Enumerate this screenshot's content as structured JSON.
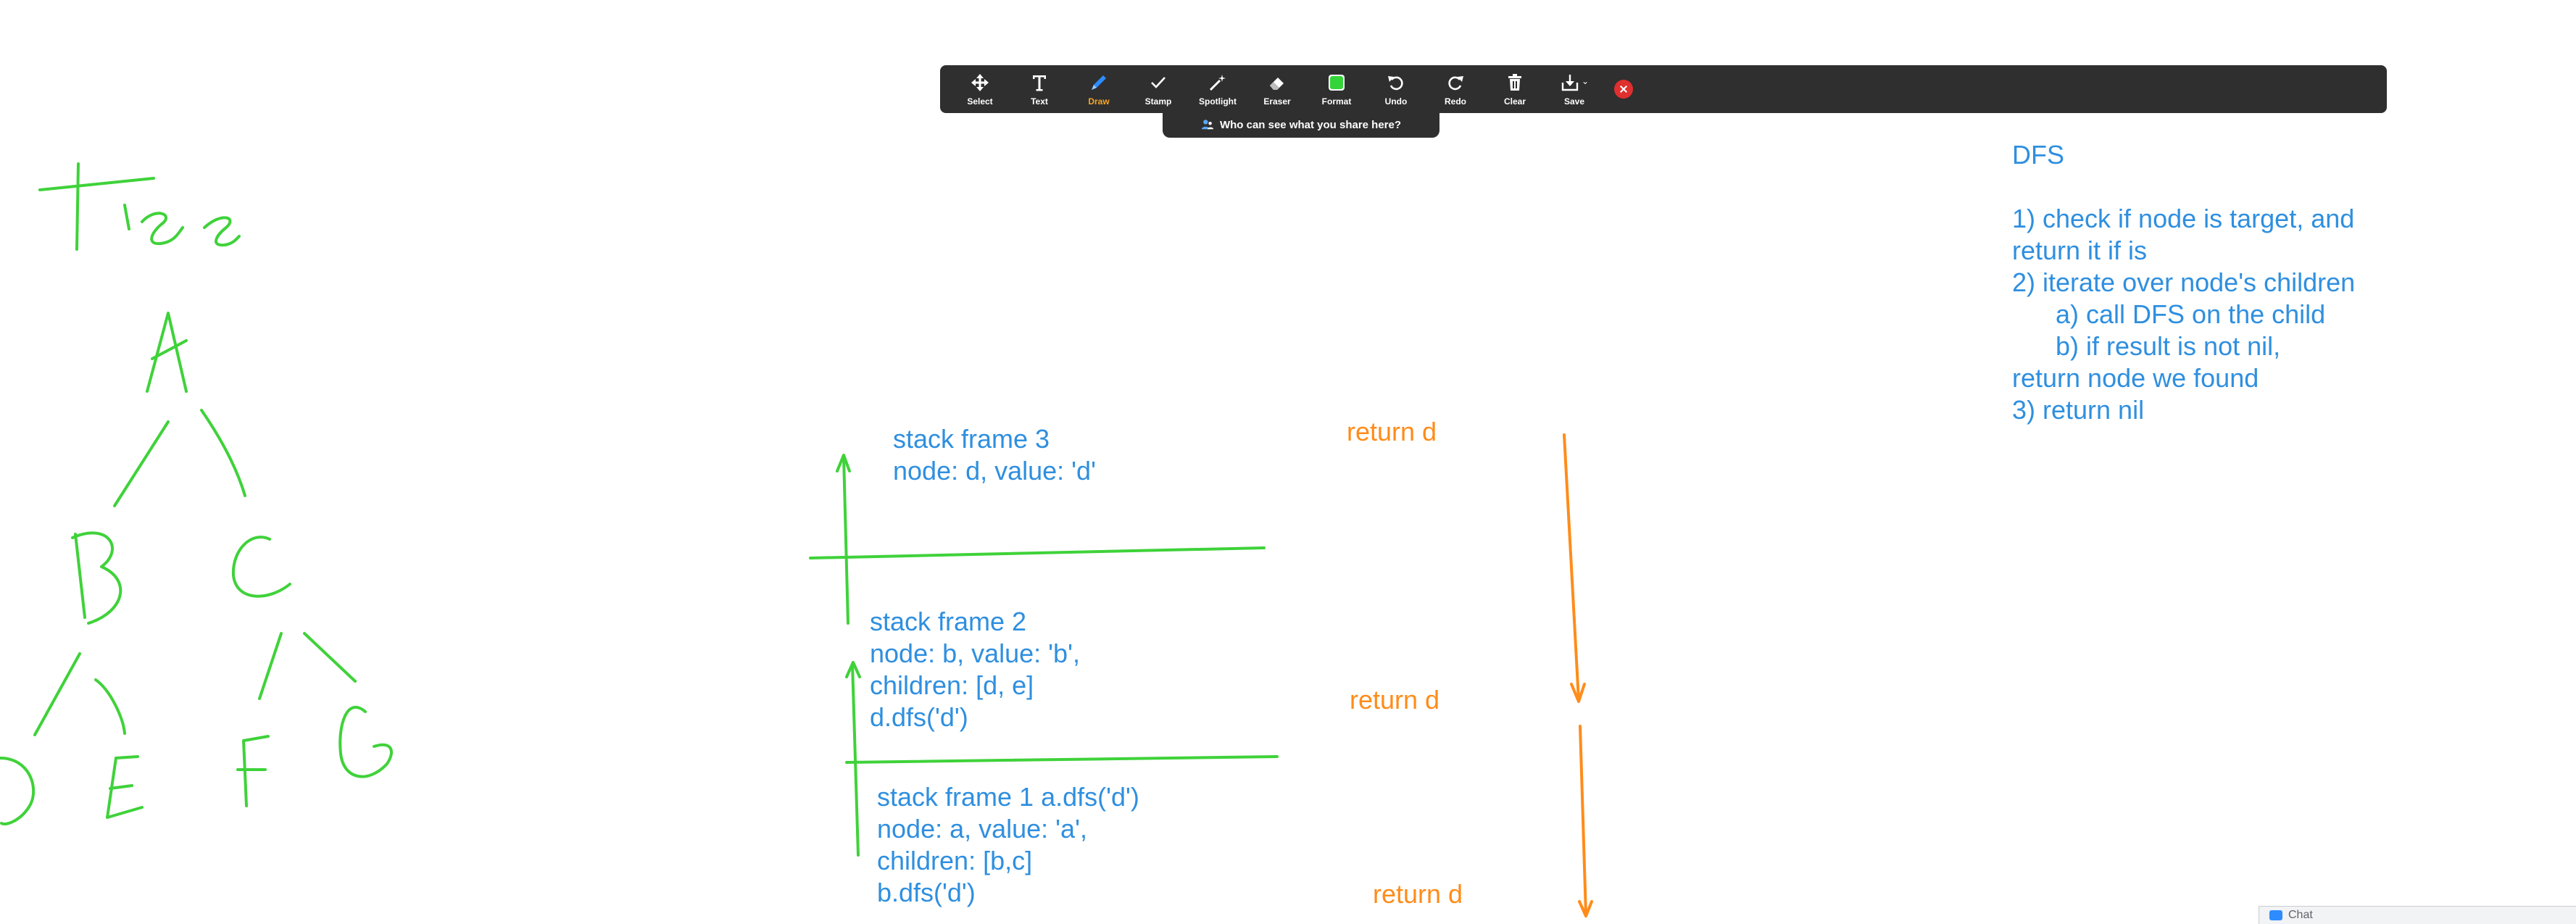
{
  "toolbar": {
    "tools": [
      {
        "label": "Select",
        "icon": "move-arrows-icon"
      },
      {
        "label": "Text",
        "icon": "text-t-icon"
      },
      {
        "label": "Draw",
        "icon": "pencil-icon",
        "active": true
      },
      {
        "label": "Stamp",
        "icon": "checkmark-icon"
      },
      {
        "label": "Spotlight",
        "icon": "magic-wand-icon"
      },
      {
        "label": "Eraser",
        "icon": "eraser-icon"
      },
      {
        "label": "Format",
        "icon": "color-swatch-icon"
      },
      {
        "label": "Undo",
        "icon": "undo-icon"
      },
      {
        "label": "Redo",
        "icon": "redo-icon"
      },
      {
        "label": "Clear",
        "icon": "trash-icon"
      },
      {
        "label": "Save",
        "icon": "save-download-icon"
      }
    ],
    "who_can_see": "Who can see what you share here?",
    "active_color": "#f6a623",
    "format_swatch_color": "#35d43a",
    "close_color": "#e02f2f"
  },
  "whiteboard": {
    "ink_colors": {
      "green": "#3fd23a",
      "blue": "#2f8fdf",
      "orange": "#ff8c1a"
    },
    "stack_frame_3": [
      "stack frame 3",
      "node: d, value: 'd'"
    ],
    "stack_frame_2": [
      "stack frame 2",
      "node: b, value: 'b',",
      "children: [d, e]",
      "d.dfs('d')"
    ],
    "stack_frame_1": [
      "stack frame 1 a.dfs('d')",
      "node: a, value: 'a',",
      "children: [b,c]",
      "b.dfs('d')"
    ],
    "returns": [
      "return d",
      "return d",
      "return d"
    ],
    "dfs_notes": [
      "DFS",
      "",
      "1) check if node is target, and",
      "return it if is",
      "2) iterate over node's children",
      "      a) call DFS on the child",
      "      b) if result is not nil,",
      "return node we found",
      "3) return nil"
    ]
  },
  "chat_panel": {
    "label": "Chat"
  }
}
